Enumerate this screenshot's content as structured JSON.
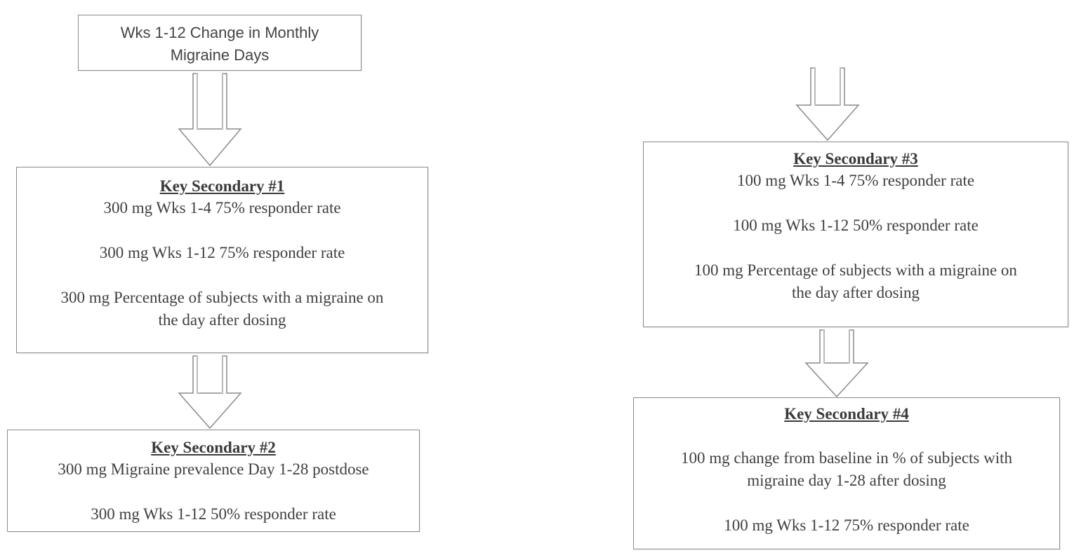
{
  "primary": {
    "lines": [
      "Wks 1-12 Change in Monthly",
      "Migraine Days"
    ]
  },
  "key_secondary_1": {
    "heading": "Key Secondary #1",
    "items": [
      "300 mg Wks 1-4 75% responder rate",
      "300 mg Wks 1-12 75% responder rate",
      "300 mg Percentage of subjects with a migraine on",
      "the day after dosing"
    ]
  },
  "key_secondary_2": {
    "heading": "Key Secondary #2",
    "items": [
      "300 mg Migraine prevalence Day 1-28 postdose",
      "300 mg Wks 1-12 50% responder rate"
    ]
  },
  "key_secondary_3": {
    "heading": "Key Secondary #3",
    "items": [
      "100 mg Wks 1-4 75% responder rate",
      "100 mg Wks 1-12 50% responder rate",
      "100 mg Percentage of subjects with a migraine on",
      "the day after dosing"
    ]
  },
  "key_secondary_4": {
    "heading": "Key Secondary #4",
    "items": [
      "100 mg change from baseline in % of subjects with",
      "migraine day 1-28 after dosing",
      "100 mg Wks 1-12 75% responder rate"
    ]
  },
  "colors": {
    "border": "#8a8a8a",
    "text": "#3f3f3f"
  }
}
